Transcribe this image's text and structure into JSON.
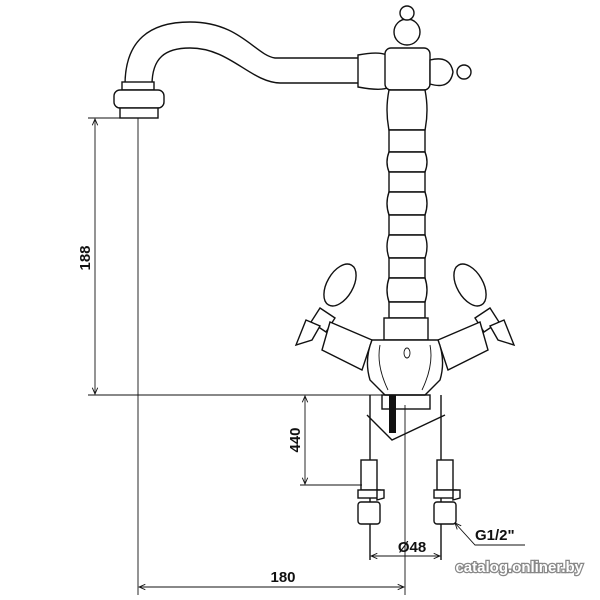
{
  "dimensions": {
    "spout_height": "188",
    "base_height": "440",
    "base_diameter": "Ø48",
    "spout_reach": "180",
    "connection_thread": "G1/2\""
  },
  "watermark": "catalog.onliner.by"
}
